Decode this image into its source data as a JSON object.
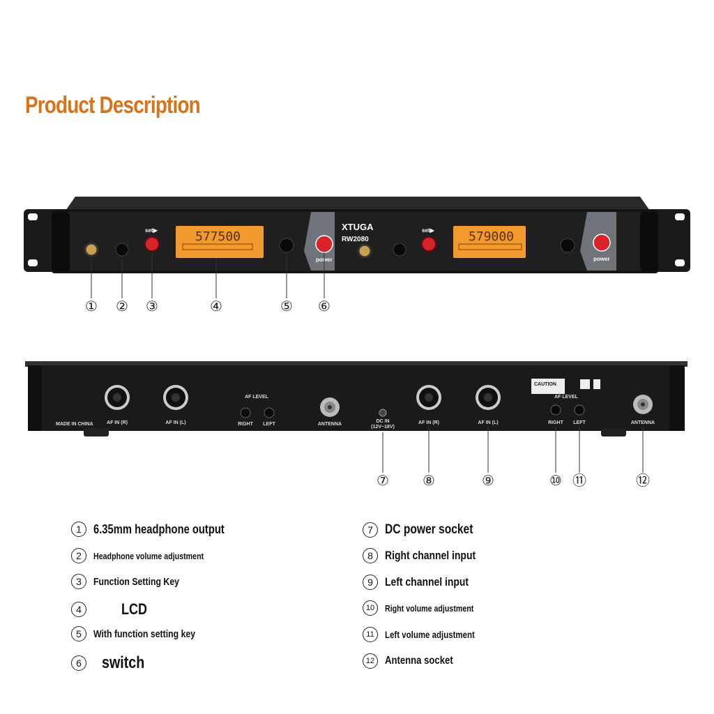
{
  "title": "Product Description",
  "front": {
    "brand": "XTUGA",
    "model": "RW2080",
    "set_label": "set▶",
    "power_label": "power",
    "lcd1": "577500",
    "lcd2": "579000"
  },
  "rear": {
    "made_in": "MADE IN CHINA",
    "af_in_r": "AF IN (R)",
    "af_in_l": "AF IN (L)",
    "af_level": "AF LEVEL",
    "right": "RIGHT",
    "left": "LEFT",
    "antenna": "ANTENNA",
    "dc_in": "DC IN",
    "dc_range": "(12V~18V)",
    "caution": "CAUTION"
  },
  "callouts_front": [
    "①",
    "②",
    "③",
    "④",
    "⑤",
    "⑥"
  ],
  "callouts_rear": [
    "⑦",
    "⑧",
    "⑨",
    "⑩",
    "⑪",
    "⑫"
  ],
  "legend_left": [
    {
      "num": "1",
      "text": "6.35mm headphone output"
    },
    {
      "num": "2",
      "text": "Headphone volume adjustment"
    },
    {
      "num": "3",
      "text": "Function Setting Key"
    },
    {
      "num": "4",
      "text": "LCD"
    },
    {
      "num": "5",
      "text": "With function setting key"
    },
    {
      "num": "6",
      "text": "switch"
    }
  ],
  "legend_right": [
    {
      "num": "7",
      "text": "DC power socket"
    },
    {
      "num": "8",
      "text": "Right channel input"
    },
    {
      "num": "9",
      "text": "Left channel input"
    },
    {
      "num": "10",
      "text": "Right volume adjustment"
    },
    {
      "num": "11",
      "text": "Left volume adjustment"
    },
    {
      "num": "12",
      "text": "Antenna socket"
    }
  ],
  "colors": {
    "accent": "#d9731a",
    "lcd": "#f39a2e",
    "power": "#d8232a",
    "panel": "#1b1b1b"
  }
}
